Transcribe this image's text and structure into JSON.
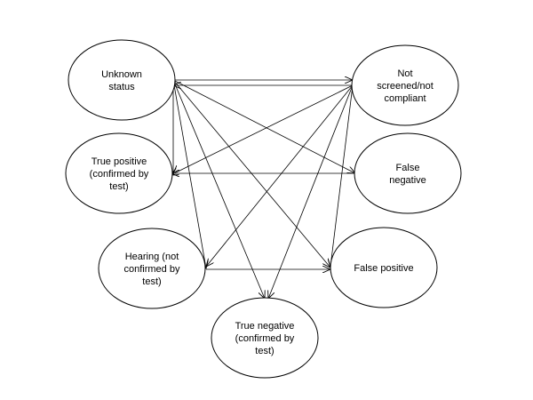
{
  "diagram": {
    "nodes": [
      {
        "id": "unknown",
        "lines": [
          "Unknown",
          "status"
        ]
      },
      {
        "id": "not_screened",
        "lines": [
          "Not",
          "screened/not",
          "compliant"
        ]
      },
      {
        "id": "true_positive",
        "lines": [
          "True positive",
          "(confirmed by",
          "test)"
        ]
      },
      {
        "id": "false_negative",
        "lines": [
          "False",
          "negative"
        ]
      },
      {
        "id": "hearing",
        "lines": [
          "Hearing (not",
          "confirmed by",
          "test)"
        ]
      },
      {
        "id": "false_positive",
        "lines": [
          "False positive"
        ]
      },
      {
        "id": "true_negative",
        "lines": [
          "True negative",
          "(confirmed by",
          "test)"
        ]
      }
    ],
    "edges": [
      {
        "from": "unknown",
        "to": "not_screened"
      },
      {
        "from": "unknown",
        "to": "true_positive"
      },
      {
        "from": "unknown",
        "to": "false_negative"
      },
      {
        "from": "unknown",
        "to": "hearing"
      },
      {
        "from": "unknown",
        "to": "false_positive"
      },
      {
        "from": "unknown",
        "to": "true_negative"
      },
      {
        "from": "not_screened",
        "to": "unknown"
      },
      {
        "from": "not_screened",
        "to": "true_positive"
      },
      {
        "from": "not_screened",
        "to": "hearing"
      },
      {
        "from": "not_screened",
        "to": "false_positive"
      },
      {
        "from": "not_screened",
        "to": "true_negative"
      },
      {
        "from": "false_negative",
        "to": "true_positive"
      },
      {
        "from": "hearing",
        "to": "false_positive"
      }
    ]
  }
}
